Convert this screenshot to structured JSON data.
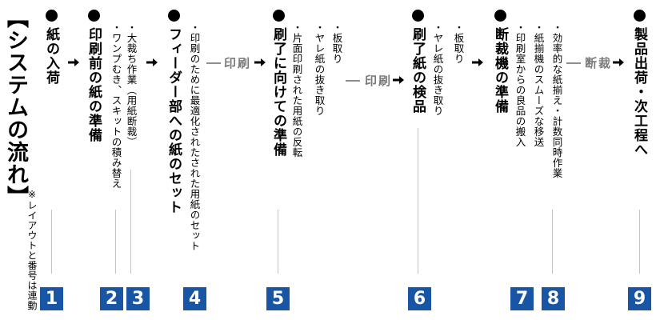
{
  "title": "【システムの流れ】",
  "note": "※レイアウトと番号は連動",
  "steps": {
    "s1": {
      "head": "紙の入荷",
      "badge": "1"
    },
    "s2": {
      "head": "印刷前の紙の準備",
      "badge": "2",
      "details": [
        "・ワンプむき、スキットの積み替え"
      ]
    },
    "s3": {
      "badge": "3",
      "details": [
        "・大裁ち作業（用紙断裁）"
      ]
    },
    "s4": {
      "head": "フィーダー部への紙のセット",
      "badge": "4",
      "details": [
        "・印刷のために最適化されたされた用紙のセット"
      ]
    },
    "s5": {
      "head": "刷了に向けての準備",
      "badge": "5",
      "details": [
        "・板取り",
        "・ヤレ紙の抜き取り",
        "・片面印刷された用紙の反転"
      ]
    },
    "s6": {
      "head": "刷了紙の検品",
      "badge": "6",
      "details": [
        "・板取り",
        "・ヤレ紙の抜き取り"
      ]
    },
    "s7": {
      "head": "断裁機の準備",
      "badge": "7",
      "details": [
        "・印刷室からの良品の搬入"
      ]
    },
    "s8": {
      "badge": "8",
      "details": [
        "・紙揃機のスムーズな移送",
        "・効率的な紙揃え・計数同時作業"
      ]
    },
    "s9": {
      "head": "製品出荷・次工程へ",
      "badge": "9"
    }
  },
  "processes": {
    "print1": "印刷",
    "print2": "印刷",
    "cut": "断裁"
  },
  "colors": {
    "badge": "#1856a5",
    "process_text": "#7b7b7b",
    "line": "#8f8f8f"
  }
}
